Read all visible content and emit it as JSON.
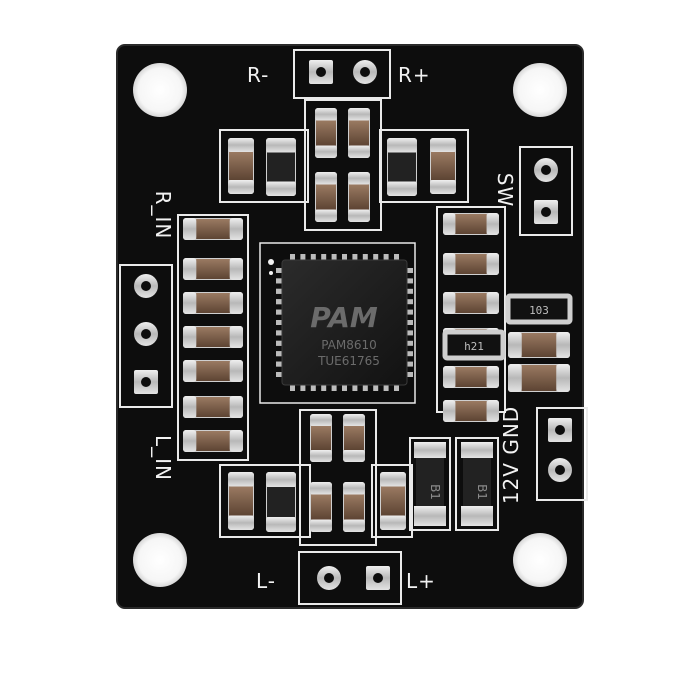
{
  "board": {
    "labels": {
      "r_minus": "R-",
      "r_plus": "R+",
      "l_minus": "L-",
      "l_plus": "L+",
      "sw": "SW",
      "r_in": "R_IN",
      "l_in": "L_IN",
      "power": "12V GND"
    },
    "chip": {
      "logo": "PAM",
      "part": "PAM8610",
      "lot": "TUE61765"
    },
    "components": {
      "resistor_1": "103",
      "resistor_2": "h21",
      "diode_1": "B1",
      "diode_2": "B1"
    },
    "colors": {
      "pcb": "#0d0d0d",
      "silkscreen": "#f2f2f2",
      "solder": "#c9c9c9",
      "capacitor": "#7a5c48",
      "chip": "#1a1a1a"
    }
  }
}
